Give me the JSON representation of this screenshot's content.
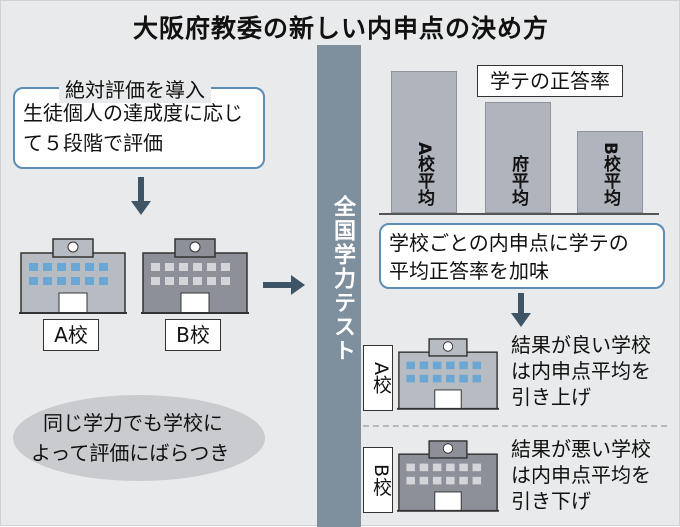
{
  "title": "大阪府教委の新しい内申点の決め方",
  "absolute_eval": {
    "label": "絶対評価を導入",
    "line1": "生徒個人の達成度に応じ",
    "line2": "て５段階で評価"
  },
  "school_a_label": "A校",
  "school_b_label": "B校",
  "bottom_note": {
    "line1": "同じ学力でも学校に",
    "line2": "よって評価にばらつき"
  },
  "national_test": "全国学力テスト",
  "chart_data": {
    "type": "bar",
    "title": "学テの正答率",
    "categories": [
      "A校平均",
      "府平均",
      "B校平均"
    ],
    "values": [
      100,
      78,
      58
    ],
    "xlabel": "",
    "ylabel": ""
  },
  "bar_labels": [
    "A校平均",
    "府平均",
    "B校平均"
  ],
  "add_box": {
    "line1": "学校ごとの内申点に学テの",
    "line2": "平均正答率を加味"
  },
  "result_a": {
    "school": "A校",
    "line1": "結果が良い学校",
    "line2": "は内申点平均を",
    "line3": "引き上げ"
  },
  "result_b": {
    "school": "B校",
    "line1": "結果が悪い学校",
    "line2": "は内申点平均を",
    "line3": "引き下げ"
  },
  "colors": {
    "accent_border": "#5b8fb3",
    "building_a_main": "#b7bbc2",
    "building_a_window": "#6aa7d4",
    "building_b_main": "#8d9099",
    "building_b_window": "#d3d5d9",
    "vertical_bar": "#7e8f9e",
    "arrow": "#3d5567"
  }
}
